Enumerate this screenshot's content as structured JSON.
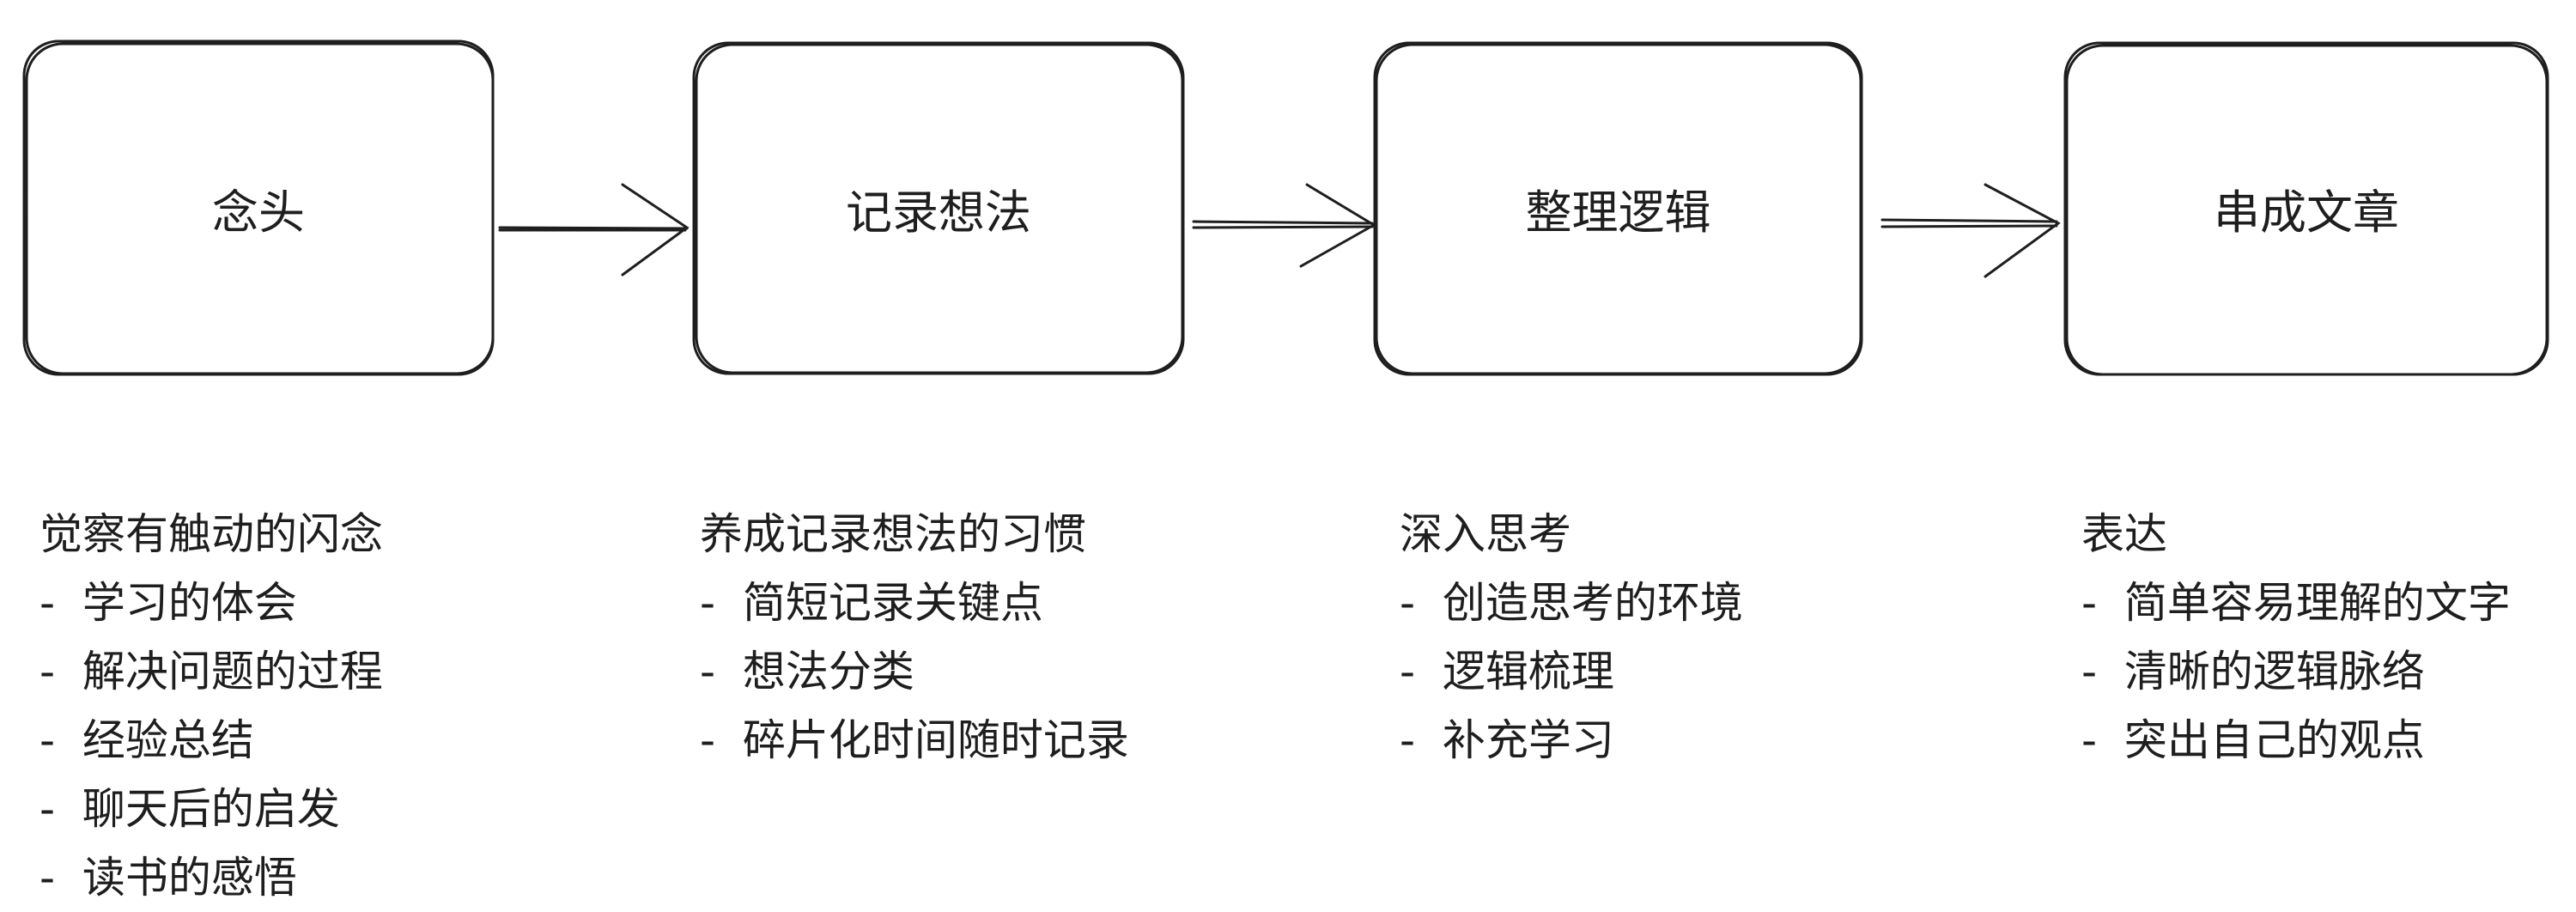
{
  "steps": [
    {
      "title": "念头",
      "heading": "觉察有触动的闪念",
      "items": [
        "学习的体会",
        "解决问题的过程",
        "经验总结",
        "聊天后的启发",
        "读书的感悟"
      ]
    },
    {
      "title": "记录想法",
      "heading": "养成记录想法的习惯",
      "items": [
        "简短记录关键点",
        "想法分类",
        "碎片化时间随时记录"
      ]
    },
    {
      "title": "整理逻辑",
      "heading": "深入思考",
      "items": [
        "创造思考的环境",
        "逻辑梳理",
        "补充学习"
      ]
    },
    {
      "title": "串成文章",
      "heading": "表达",
      "items": [
        "简单容易理解的文字",
        "清晰的逻辑脉络",
        "突出自己的观点"
      ]
    }
  ],
  "colors": {
    "stroke": "#1e1e1e",
    "background": "#ffffff"
  }
}
